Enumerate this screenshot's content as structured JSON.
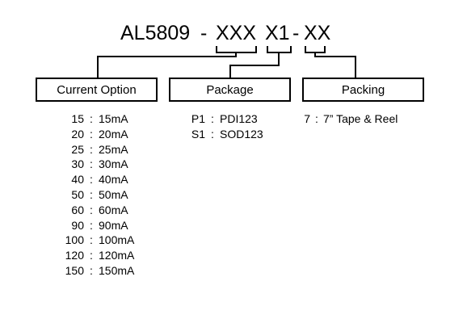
{
  "part_number": {
    "base": "AL5809",
    "sep1": "-",
    "current_code": "XXX",
    "package_code": "X1",
    "sep2": "-",
    "packing_code": "XX"
  },
  "fields": {
    "current": {
      "label": "Current Option",
      "options": [
        {
          "code": "15",
          "sep": ":",
          "value": "15mA"
        },
        {
          "code": "20",
          "sep": ":",
          "value": "20mA"
        },
        {
          "code": "25",
          "sep": ":",
          "value": "25mA"
        },
        {
          "code": "30",
          "sep": ":",
          "value": "30mA"
        },
        {
          "code": "40",
          "sep": ":",
          "value": "40mA"
        },
        {
          "code": "50",
          "sep": ":",
          "value": "50mA"
        },
        {
          "code": "60",
          "sep": ":",
          "value": "60mA"
        },
        {
          "code": "90",
          "sep": ":",
          "value": "90mA"
        },
        {
          "code": "100",
          "sep": ":",
          "value": "100mA"
        },
        {
          "code": "120",
          "sep": ":",
          "value": "120mA"
        },
        {
          "code": "150",
          "sep": ":",
          "value": "150mA"
        }
      ]
    },
    "package": {
      "label": "Package",
      "options": [
        {
          "code": "P1",
          "sep": ":",
          "value": "PDI123"
        },
        {
          "code": "S1",
          "sep": ":",
          "value": "SOD123"
        }
      ]
    },
    "packing": {
      "label": "Packing",
      "options": [
        {
          "code": "7",
          "sep": ":",
          "value": "7” Tape & Reel"
        }
      ]
    }
  },
  "colors": {
    "line": "#000000",
    "text": "#000000",
    "background": "#ffffff"
  }
}
